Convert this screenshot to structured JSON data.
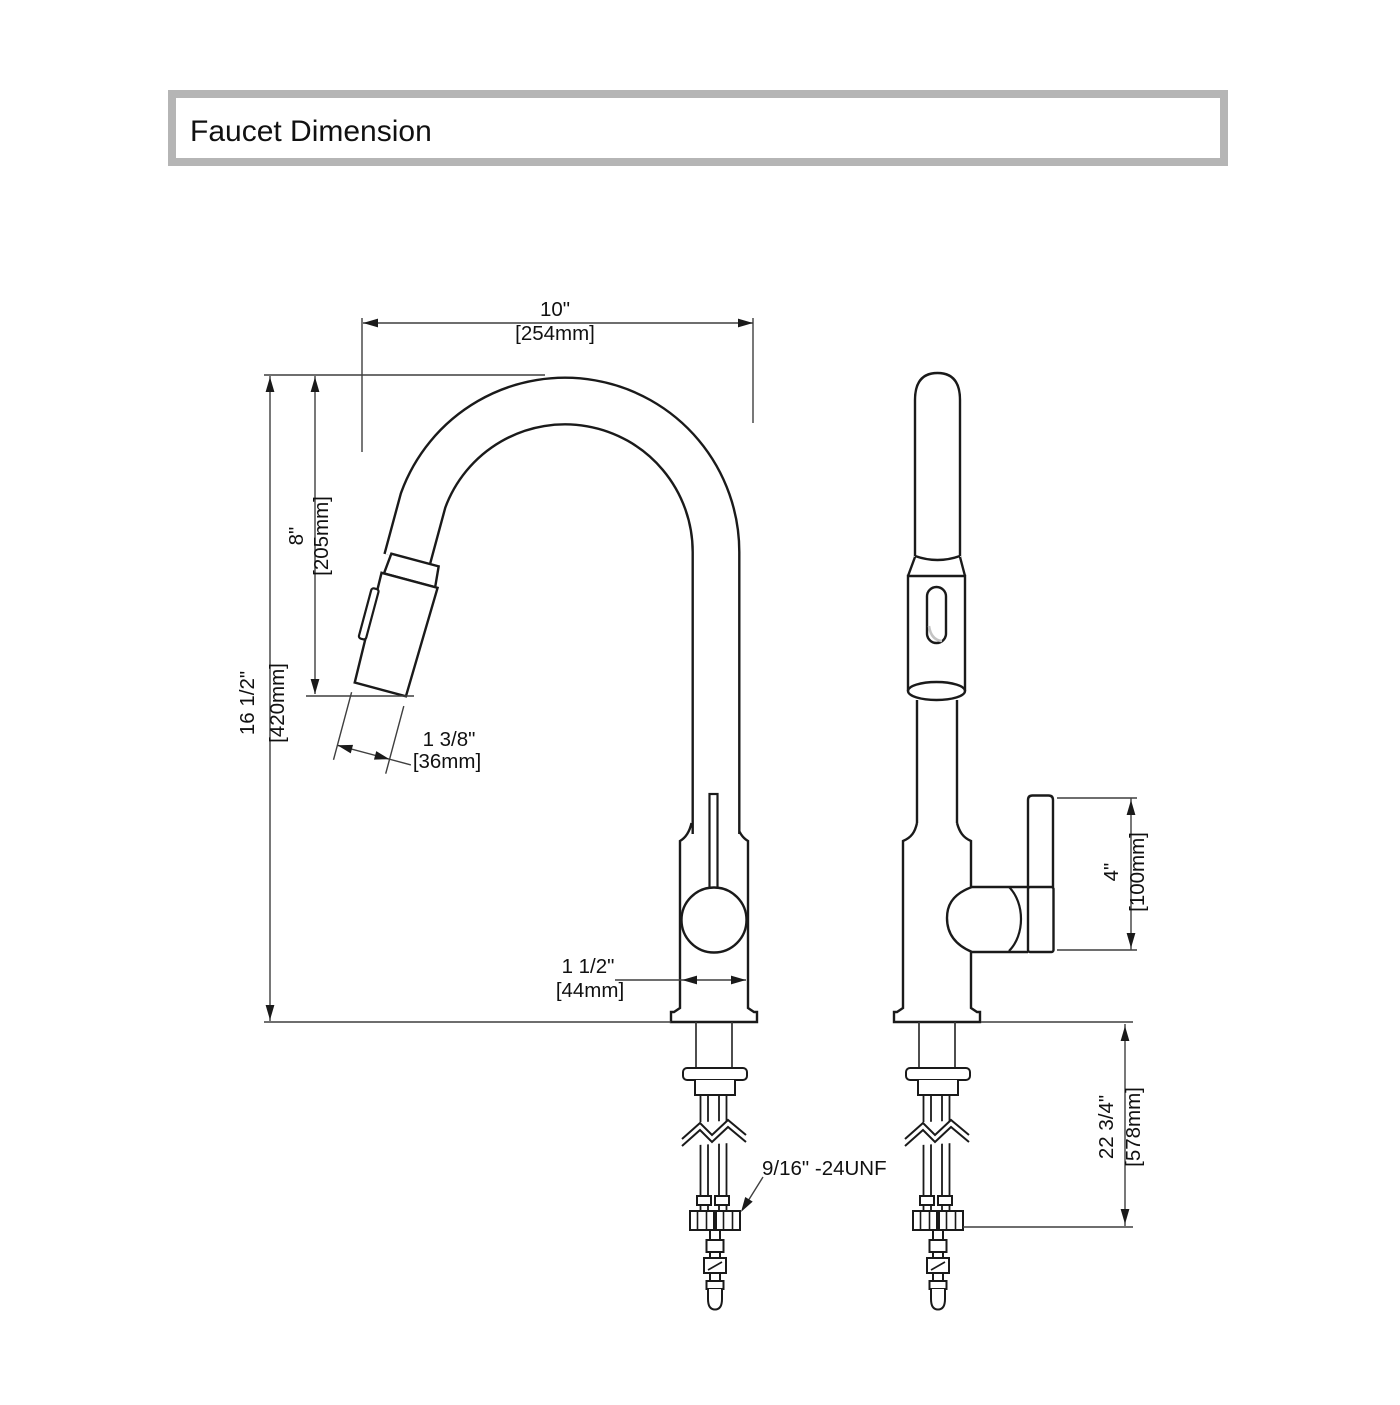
{
  "title": "Faucet Dimension",
  "views": {
    "front_view": "faucet front view",
    "side_view": "faucet side view"
  },
  "dimensions": {
    "spout_reach": {
      "inches": "10\"",
      "metric": "[254mm]"
    },
    "spout_height": {
      "inches": "8\"",
      "metric": "[205mm]"
    },
    "overall_height": {
      "inches": "16 1/2\"",
      "metric": "[420mm]"
    },
    "spray_head_diameter": {
      "inches": "1 3/8\"",
      "metric": "[36mm]"
    },
    "body_diameter": {
      "inches": "1 1/2\"",
      "metric": "[44mm]"
    },
    "handle_height": {
      "inches": "4\"",
      "metric": "[100mm]"
    },
    "below_deck_length": {
      "inches": "22 3/4\"",
      "metric": "[578mm]"
    },
    "connection_thread": "9/16\" -24UNF"
  },
  "colors": {
    "line": "#1a1a1a",
    "dimension_line": "#3f3f3f",
    "frame_gray": "#b5b5b5"
  }
}
